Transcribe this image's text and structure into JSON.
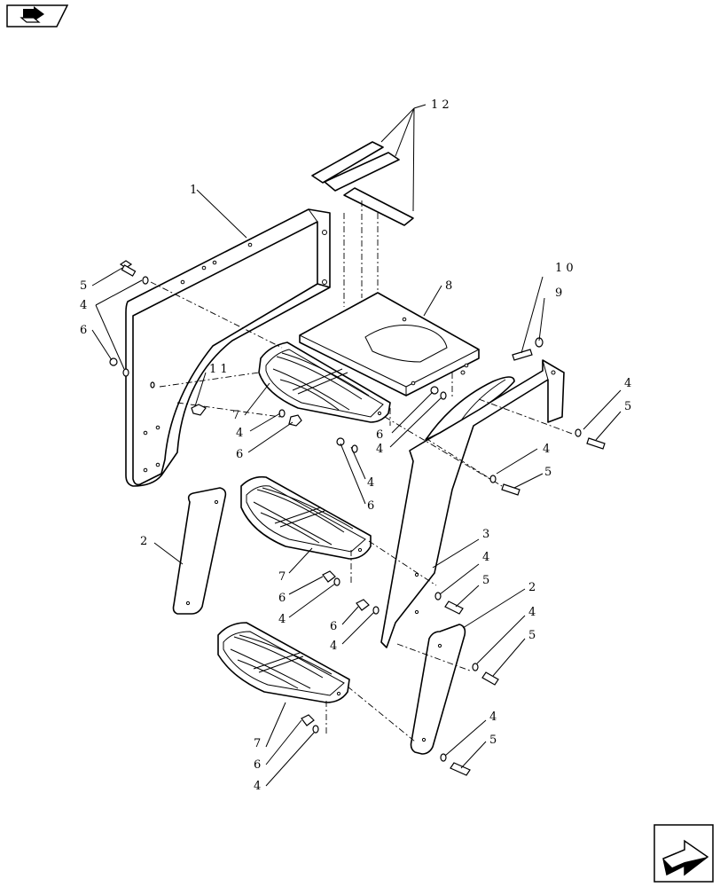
{
  "callouts": {
    "c1": "1",
    "c2a": "2",
    "c2b": "2",
    "c3": "3",
    "c4a": "4",
    "c4b": "4",
    "c4c": "4",
    "c4d": "4",
    "c4e": "4",
    "c4f": "4",
    "c4g": "4",
    "c4h": "4",
    "c4i": "4",
    "c4j": "4",
    "c4k": "4",
    "c4l": "4",
    "c4m": "4",
    "c5a": "5",
    "c5b": "5",
    "c5c": "5",
    "c5d": "5",
    "c5e": "5",
    "c5f": "5",
    "c6a": "6",
    "c6b": "6",
    "c6c": "6",
    "c6d": "6",
    "c6e": "6",
    "c6f": "6",
    "c7a": "7",
    "c7b": "7",
    "c7c": "7",
    "c8": "8",
    "c9": "9",
    "c10": "1 0",
    "c11": "1 1",
    "c12": "1 2"
  },
  "icons": {
    "top_left": "book-navigation-icon",
    "bottom_right": "next-page-arrow-icon"
  }
}
